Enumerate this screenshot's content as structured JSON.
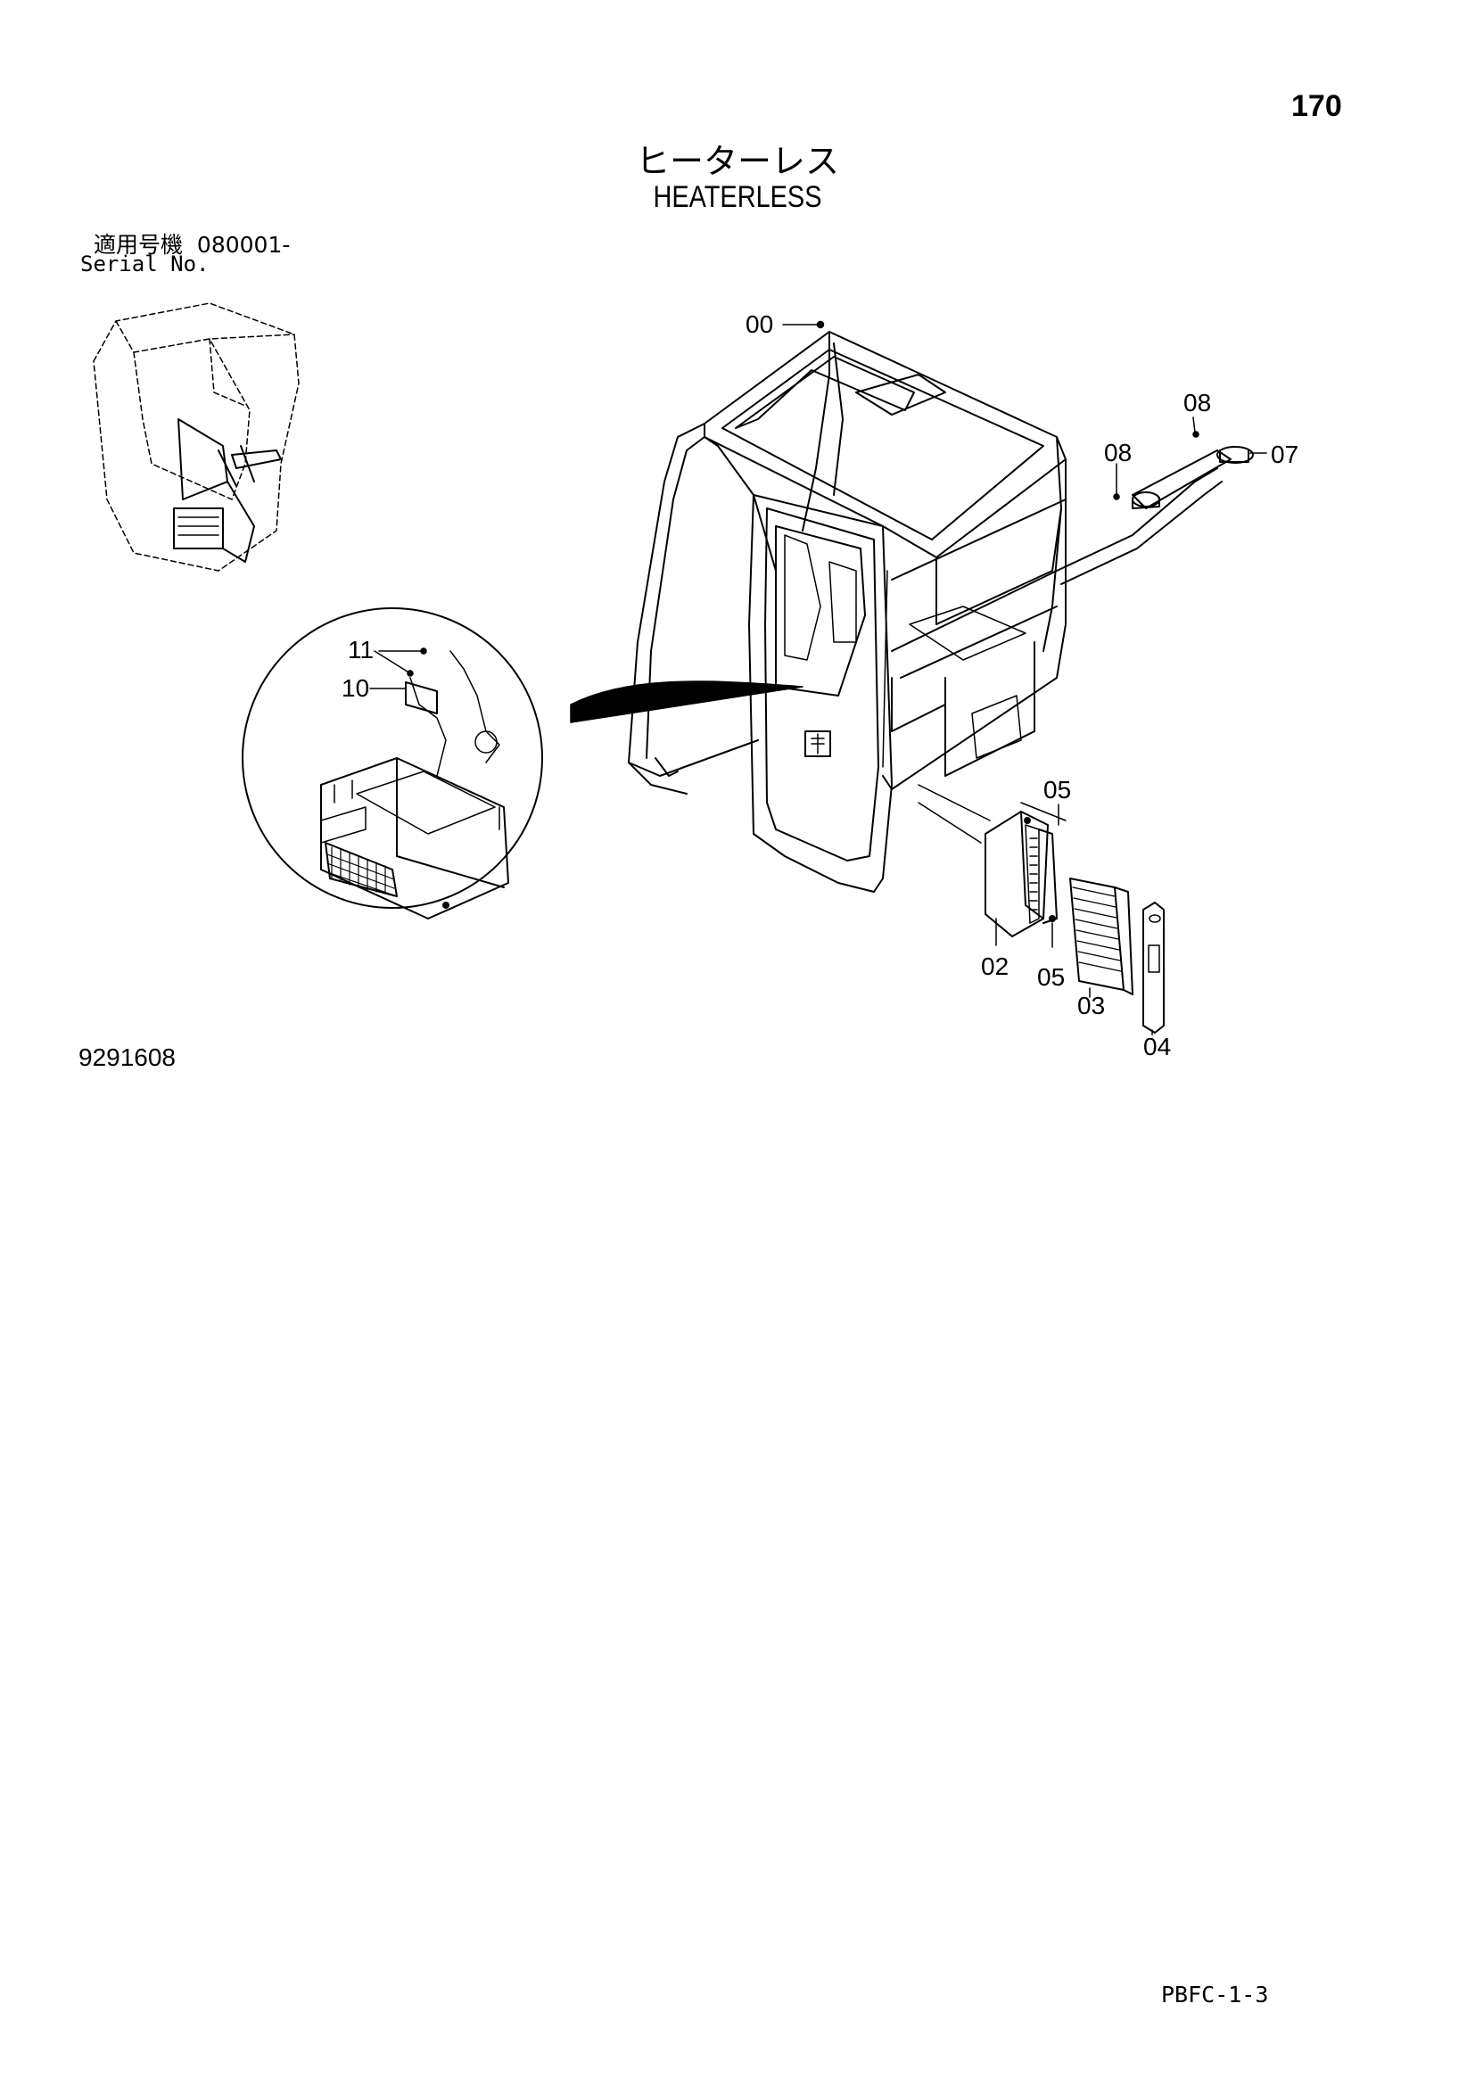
{
  "page_number": "170",
  "title": {
    "japanese": "ヒーターレス",
    "english": "HEATERLESS"
  },
  "serial": {
    "label_japanese": "適用号機",
    "number": "080001-",
    "label_english": "Serial No."
  },
  "figure_code": "9291608",
  "page_code": "PBFC-1-3",
  "callouts": {
    "c00": "00",
    "c08a": "08",
    "c08b": "08",
    "c07": "07",
    "c11": "11",
    "c10": "10",
    "c05a": "05",
    "c02": "02",
    "c05b": "05",
    "c03": "03",
    "c04": "04"
  }
}
